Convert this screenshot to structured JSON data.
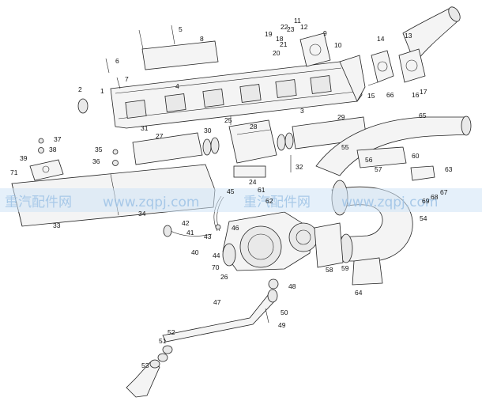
{
  "watermark": {
    "texts": [
      "重汽配件网",
      "www.zqpj.com",
      "重汽配件网",
      "www.zqpj.com"
    ]
  },
  "callouts": [
    {
      "id": "c1",
      "text": "1"
    },
    {
      "id": "c2",
      "text": "2"
    },
    {
      "id": "c3",
      "text": "3"
    },
    {
      "id": "c4",
      "text": "4"
    },
    {
      "id": "c5",
      "text": "5"
    },
    {
      "id": "c6",
      "text": "6"
    },
    {
      "id": "c7",
      "text": "7"
    },
    {
      "id": "c8",
      "text": "8"
    },
    {
      "id": "c9",
      "text": "9"
    },
    {
      "id": "c10",
      "text": "10"
    },
    {
      "id": "c11",
      "text": "11"
    },
    {
      "id": "c12",
      "text": "12"
    },
    {
      "id": "c13",
      "text": "13"
    },
    {
      "id": "c14",
      "text": "14"
    },
    {
      "id": "c15",
      "text": "15"
    },
    {
      "id": "c16",
      "text": "16"
    },
    {
      "id": "c17",
      "text": "17"
    },
    {
      "id": "c18",
      "text": "18"
    },
    {
      "id": "c19",
      "text": "19"
    },
    {
      "id": "c20",
      "text": "20"
    },
    {
      "id": "c21",
      "text": "21"
    },
    {
      "id": "c22",
      "text": "22"
    },
    {
      "id": "c23",
      "text": "23"
    },
    {
      "id": "c24",
      "text": "24"
    },
    {
      "id": "c25",
      "text": "25"
    },
    {
      "id": "c26",
      "text": "26"
    },
    {
      "id": "c27",
      "text": "27"
    },
    {
      "id": "c28",
      "text": "28"
    },
    {
      "id": "c29",
      "text": "29"
    },
    {
      "id": "c30",
      "text": "30"
    },
    {
      "id": "c31",
      "text": "31"
    },
    {
      "id": "c32",
      "text": "32"
    },
    {
      "id": "c33",
      "text": "33"
    },
    {
      "id": "c34",
      "text": "34"
    },
    {
      "id": "c35",
      "text": "35"
    },
    {
      "id": "c36",
      "text": "36"
    },
    {
      "id": "c37",
      "text": "37"
    },
    {
      "id": "c38",
      "text": "38"
    },
    {
      "id": "c39",
      "text": "39"
    },
    {
      "id": "c40",
      "text": "40"
    },
    {
      "id": "c41",
      "text": "41"
    },
    {
      "id": "c42",
      "text": "42"
    },
    {
      "id": "c43",
      "text": "43"
    },
    {
      "id": "c44",
      "text": "44"
    },
    {
      "id": "c45",
      "text": "45"
    },
    {
      "id": "c46",
      "text": "46"
    },
    {
      "id": "c47",
      "text": "47"
    },
    {
      "id": "c48",
      "text": "48"
    },
    {
      "id": "c49",
      "text": "49"
    },
    {
      "id": "c50",
      "text": "50"
    },
    {
      "id": "c51",
      "text": "51"
    },
    {
      "id": "c52",
      "text": "52"
    },
    {
      "id": "c53",
      "text": "53"
    },
    {
      "id": "c54",
      "text": "54"
    },
    {
      "id": "c55",
      "text": "55"
    },
    {
      "id": "c56",
      "text": "56"
    },
    {
      "id": "c57",
      "text": "57"
    },
    {
      "id": "c58",
      "text": "58"
    },
    {
      "id": "c59",
      "text": "59"
    },
    {
      "id": "c60",
      "text": "60"
    },
    {
      "id": "c61",
      "text": "61"
    },
    {
      "id": "c62",
      "text": "62"
    },
    {
      "id": "c63",
      "text": "63"
    },
    {
      "id": "c64",
      "text": "64"
    },
    {
      "id": "c65",
      "text": "65"
    },
    {
      "id": "c66",
      "text": "66"
    },
    {
      "id": "c67",
      "text": "67"
    },
    {
      "id": "c68",
      "text": "68"
    },
    {
      "id": "c69",
      "text": "69"
    },
    {
      "id": "c70",
      "text": "70"
    },
    {
      "id": "c71",
      "text": "71"
    }
  ]
}
